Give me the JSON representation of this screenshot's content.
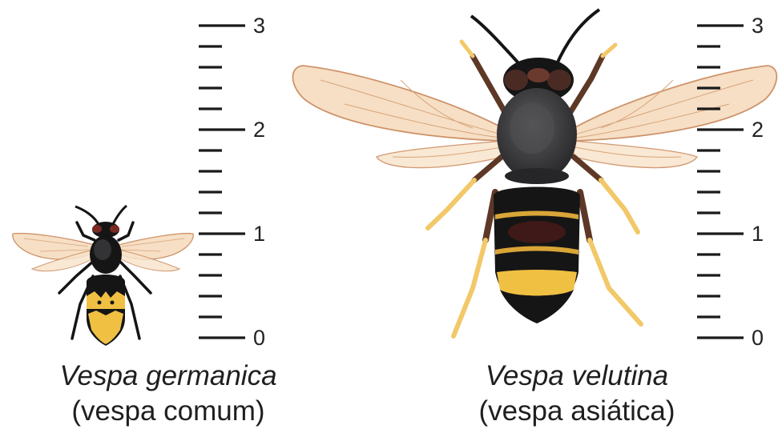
{
  "scales": [
    {
      "id": "scale-left",
      "ticks": [
        "3",
        "2",
        "1",
        "0"
      ]
    },
    {
      "id": "scale-right",
      "ticks": [
        "3",
        "2",
        "1",
        "0"
      ]
    }
  ],
  "insects": [
    {
      "scientific_name": "Vespa germanica",
      "common_name": "(vespa comum)"
    },
    {
      "scientific_name": "Vespa velutina",
      "common_name": "(vespa asiática)"
    }
  ],
  "colors": {
    "wing_fill": "#f6dcbf",
    "wing_vein": "#c9885a",
    "body_black": "#151515",
    "thorax_gray": "#3d3d3f",
    "head_brown": "#4a2b24",
    "eye_red": "#7a2a22",
    "yellow": "#f0c043",
    "leg_brown": "#5e3826",
    "leg_yellow": "#f2c868",
    "stripe_yellow": "#d9a537"
  }
}
